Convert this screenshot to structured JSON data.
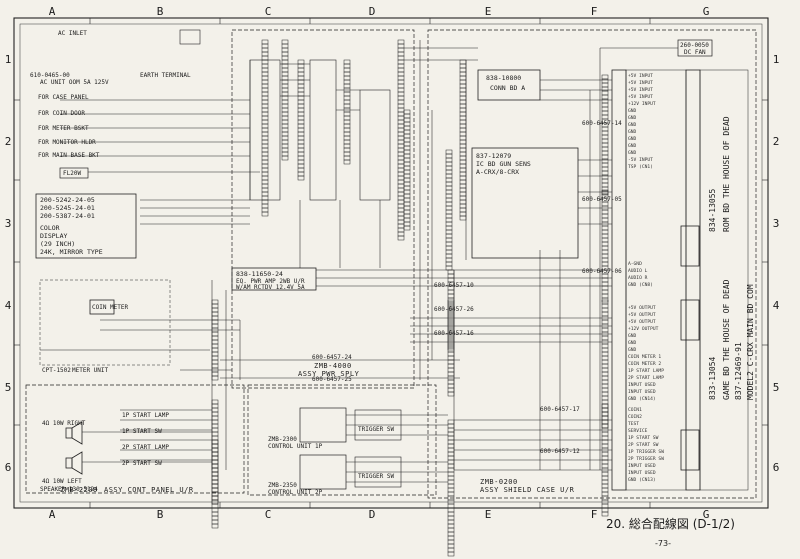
{
  "grid": {
    "columns": [
      "A",
      "B",
      "C",
      "D",
      "E",
      "F",
      "G"
    ],
    "rows": [
      "1",
      "2",
      "3",
      "4",
      "5",
      "6"
    ]
  },
  "caption": "20. 総合配線図 (D-1/2)",
  "page_number": "-73-",
  "display_spec": [
    "200-5242-24-05",
    "200-5245-24-01",
    "200-5387-24-01",
    "COLOR",
    "DISPLAY",
    "(29 INCH)",
    "24K, MIRROR TYPE"
  ],
  "top_left": {
    "ac_inlet": "AC INLET",
    "earth_terminal": "EARTH TERMINAL",
    "cord_code": "610-0465-00",
    "ac_unit": "AC UNIT OOM 5A 125V",
    "for_case_panel": "FOR CASE PANEL",
    "for_coin_door": "FOR COIN DOOR",
    "for_meter_bskt": "FOR METER BSKT",
    "for_monitor_hldr": "FOR MONITOR HLDR",
    "for_main_base_bkt": "FOR MAIN BASE BKT",
    "fl20w": "FL20W"
  },
  "wire_codes": [
    "600-6457-24",
    "600-6457-25",
    "600-6457-10",
    "600-6457-26",
    "600-6457-16",
    "600-6457-17",
    "600-6457-12",
    "600-6457-14",
    "600-6457-05",
    "600-6457-06"
  ],
  "blocks": {
    "pwr_sply": {
      "code": "ZMB-4000",
      "name": "ASSY PWR SPLY"
    },
    "cont_panel": {
      "code": "ZMB-2200",
      "name": "ASSY CONT PANEL U/R"
    },
    "shield_case": {
      "code": "ZMB-0200",
      "name": "ASSY SHIELD CASE U/R"
    },
    "control_unit_1p": {
      "code": "ZMB-2300",
      "name": "CONTROL UNIT 1P"
    },
    "control_unit_2p": {
      "code": "ZMB-2350",
      "name": "CONTROL UNIT 2P"
    },
    "conn_bd_a": {
      "code": "838-10800",
      "name": "CONN BD A"
    },
    "gun_sens": {
      "code": "837-12079",
      "name": "IC BD GUN SENS",
      "sub": "A-CRX/8-CRX"
    },
    "amp": {
      "code": "838-11650-24",
      "name": "EQ. PWR AMP 2WB U/R",
      "sub": "W/AM RCTDV 12.4V 5A"
    },
    "main_bd": {
      "code": "837-12469-91",
      "name": "MODEL2 C-CRX MAIN BD COM"
    },
    "game_bd": {
      "code": "833-13054",
      "name": "GAME BD THE HOUSE OF DEAD"
    },
    "rom_bd": {
      "code": "834-13055",
      "name": "ROM BD THE HOUSE OF DEAD"
    },
    "dc_fan": {
      "code": "260-0050",
      "name": "DC FAN"
    },
    "coin_meter": {
      "name": "COIN METER"
    },
    "meter_unit": {
      "code": "CPT-1502",
      "name": "METER UNIT"
    }
  },
  "speakers": {
    "right": "4Ω 10W RIGHT",
    "left": "4Ω 10W LEFT",
    "code": "SPEAKER 130-5124"
  },
  "cont_panel_items": [
    "1P START LAMP",
    "1P START SW",
    "2P START LAMP",
    "2P START SW"
  ],
  "trigger": "TRIGGER SW",
  "main_bd_pins_top": [
    "+5V INPUT",
    "+5V INPUT",
    "+5V INPUT",
    "+5V INPUT",
    "+12V INPUT",
    "GND",
    "GND",
    "GND",
    "GND",
    "GND",
    "GND",
    "GND",
    "-5V INPUT",
    "TSP (CN1)"
  ],
  "main_bd_pins_bottom": [
    "COIN1",
    "COIN2",
    "TEST",
    "SERVICE",
    "1P START SW",
    "2P START SW",
    "1P TRIGGER SW",
    "2P TRIGGER SW",
    "INPUT USED",
    "INPUT USED",
    "GND (CN13)"
  ],
  "main_bd_pins_mid": [
    "+5V OUTPUT",
    "+5V OUTPUT",
    "+5V OUTPUT",
    "+12V OUTPUT",
    "GND",
    "GND",
    "GND",
    "COIN METER 1",
    "COIN METER 2",
    "1P START LAMP",
    "2P START LAMP",
    "INPUT USED",
    "INPUT USED",
    "GND (CN14)"
  ],
  "audio_pins": [
    "A-GND",
    "AUDIO L",
    "AUDIO R",
    "GND (CN8)"
  ]
}
